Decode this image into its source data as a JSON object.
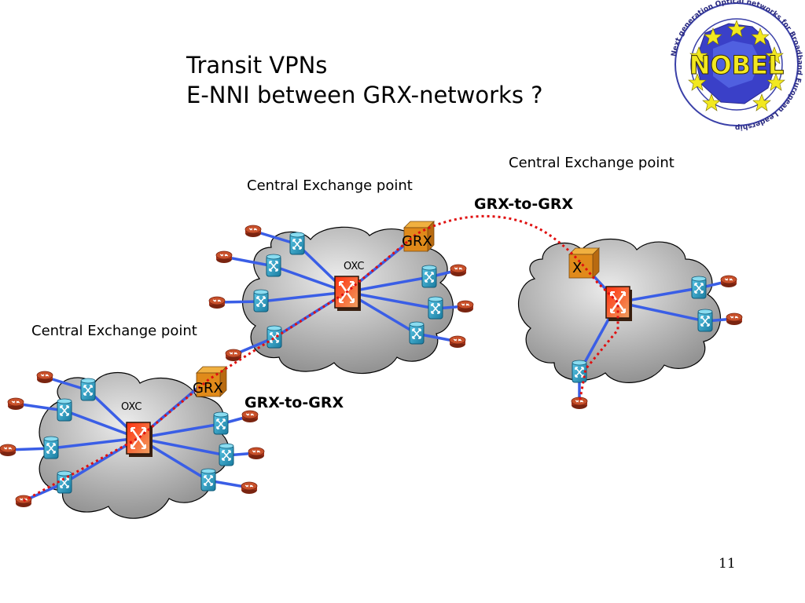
{
  "slide": {
    "title_line1": "Transit VPNs",
    "title_line2": "E-NNI between GRX-networks ?",
    "page_number": "11"
  },
  "logo": {
    "name": "NOBEL",
    "ring_text": "Next generation Optical networks for Broadband European Leadership"
  },
  "labels": {
    "cep_left": "Central Exchange point",
    "cep_middle": "Central Exchange point",
    "cep_right": "Central Exchange point",
    "grx_to_grx_top": "GRX-to-GRX",
    "grx_to_grx_bottom": "GRX-to-GRX"
  },
  "nodes": {
    "oxc_left": "OXC",
    "oxc_middle": "OXC",
    "grx_left": "GRX",
    "grx_middle": "GRX",
    "x_right": "X"
  },
  "colors": {
    "link": "#3a5ee6",
    "transit_path": "#e01010",
    "cloud_dark": "#8c8c8c",
    "cloud_light": "#e6e6e6",
    "oxc": "#e8501a",
    "grx_box": "#e08a1a",
    "switch": "#2aa0c8",
    "router": "#b83a1a"
  }
}
